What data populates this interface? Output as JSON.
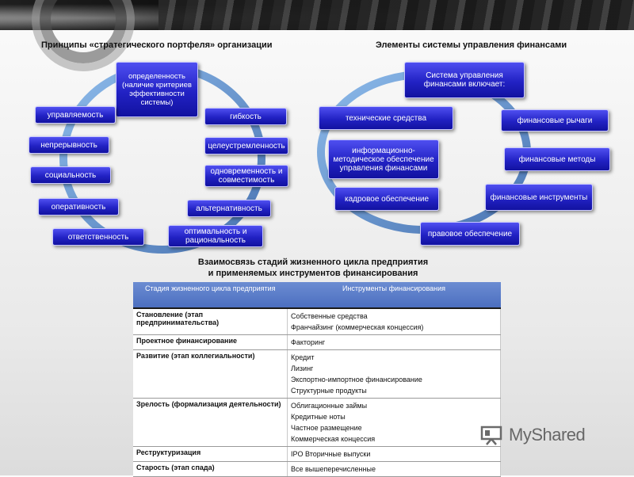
{
  "left_diagram": {
    "title": "Принципы «стратегического портфеля» организации",
    "items": [
      "определенность (наличие критериев эффективности системы)",
      "гибкость",
      "целеустремленность",
      "одновременность и совместимость",
      "альтернативность",
      "оптимальность и рациональность",
      "ответственность",
      "оперативность",
      "социальность",
      "непрерывность",
      "управляемость"
    ]
  },
  "right_diagram": {
    "title": "Элементы системы управления финансами",
    "items": [
      "Система управления финансами включает:",
      "финансовые рычаги",
      "финансовые методы",
      "финансовые инструменты",
      "правовое обеспечение",
      "кадровое обеспечение",
      "информационно-методическое обеспечение управления финансами",
      "технические средства"
    ]
  },
  "table_section": {
    "title_line1": "Взаимосвязь стадий жизненного цикла предприятия",
    "title_line2": "и применяемых инструментов финансирования",
    "headers": [
      "Стадия жизненного цикла предприятия",
      "Инструменты финансирования"
    ],
    "rows": [
      {
        "stage": "Становление (этап предпринимательства)",
        "tools": [
          "Собственные средства",
          "Франчайзинг (коммерческая концессия)"
        ]
      },
      {
        "stage": "Проектное финансирование",
        "tools": [
          "Факторинг"
        ]
      },
      {
        "stage": "Развитие (этап коллегиальности)",
        "tools": [
          "Кредит",
          "Лизинг",
          "Экспортно-импортное финансирование",
          "Структурные продукты"
        ]
      },
      {
        "stage": "Зрелость (формализация деятельности)",
        "tools": [
          "Облигационные займы",
          "Кредитные ноты",
          "Частное размещение",
          "Коммерческая концессия"
        ]
      },
      {
        "stage": "Реструктуризация",
        "tools": [
          "IPO Вторичные выпуски"
        ]
      },
      {
        "stage": "Старость (этап спада)",
        "tools": [
          "Все вышеперечисленные"
        ]
      }
    ]
  },
  "watermark": {
    "text": "MyShared"
  }
}
